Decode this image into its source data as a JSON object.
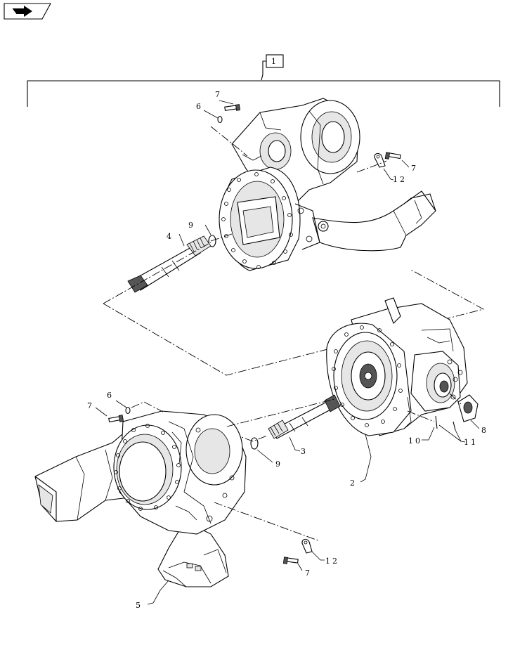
{
  "nav_icon": {
    "name": "next-page-arrow-icon"
  },
  "group_callout": "1",
  "callouts": {
    "c7_top": "7",
    "c6_top": "6",
    "c12_top": "12",
    "c7_top_right": "7",
    "c9_top": "9",
    "c4": "4",
    "c6_left": "6",
    "c7_left": "7",
    "c3": "3",
    "c9_mid": "9",
    "c2": "2",
    "c8": "8",
    "c10": "10",
    "c11": "11",
    "c12_bottom": "12",
    "c7_bottom": "7",
    "c5": "5"
  }
}
